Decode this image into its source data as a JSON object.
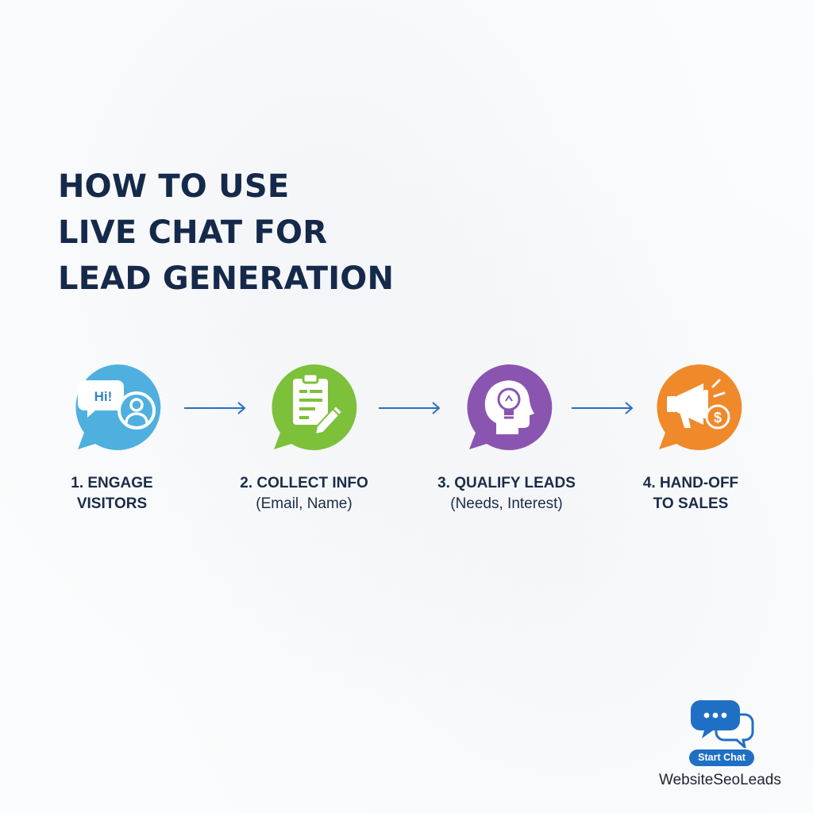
{
  "title": {
    "line1": "HOW TO USE",
    "line2": "LIVE CHAT FOR",
    "line3": "LEAD GENERATION"
  },
  "colors": {
    "title": "#15294a",
    "step1": "#4fb0e0",
    "step2": "#7dc03a",
    "step3": "#8a55b0",
    "step4": "#f0892a",
    "arrow": "#2a6fc0",
    "button": "#1f6fc4"
  },
  "steps": [
    {
      "icon": "chat-bubble-user-icon",
      "bubble_text": "Hi!",
      "line1": "1. ENGAGE",
      "line2": "VISITORS"
    },
    {
      "icon": "clipboard-pencil-icon",
      "line1": "2. COLLECT INFO",
      "line2": "(Email, Name)"
    },
    {
      "icon": "head-lightbulb-icon",
      "line1": "3. QUALIFY LEADS",
      "line2": "(Needs, Interest)"
    },
    {
      "icon": "megaphone-dollar-icon",
      "line1": "4. HAND-OFF",
      "line2": "TO SALES"
    }
  ],
  "widget": {
    "icon": "chat-bubbles-icon",
    "button_label": "Start Chat",
    "brand": "WebsiteSeoLeads"
  }
}
